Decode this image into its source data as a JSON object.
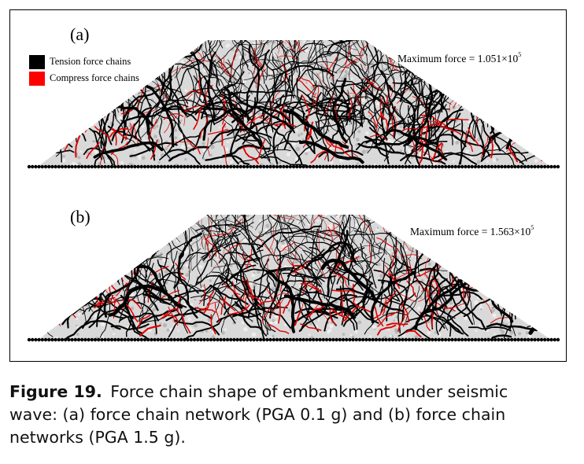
{
  "figure": {
    "panels": [
      {
        "label": "(a)",
        "max_force_text": "Maximum force = 1.051×10",
        "max_force_exp": "5",
        "seed": 7
      },
      {
        "label": "(b)",
        "max_force_text": "Maximum force = 1.563×10",
        "max_force_exp": "5",
        "seed": 23
      }
    ],
    "legend": [
      {
        "label": "Tension force chains",
        "color": "#000000"
      },
      {
        "label": "Compress force chains",
        "color": "#ff0000"
      }
    ],
    "colors": {
      "tension": "#000000",
      "compress": "#e00000",
      "particles": "#bdbdbd",
      "base": "#000000"
    }
  },
  "caption": {
    "figure_number": "Figure 19.",
    "text": "Force chain shape of embankment under seismic wave: (a) force chain network (PGA 0.1 g) and (b) force chain networks (PGA 1.5 g)."
  }
}
